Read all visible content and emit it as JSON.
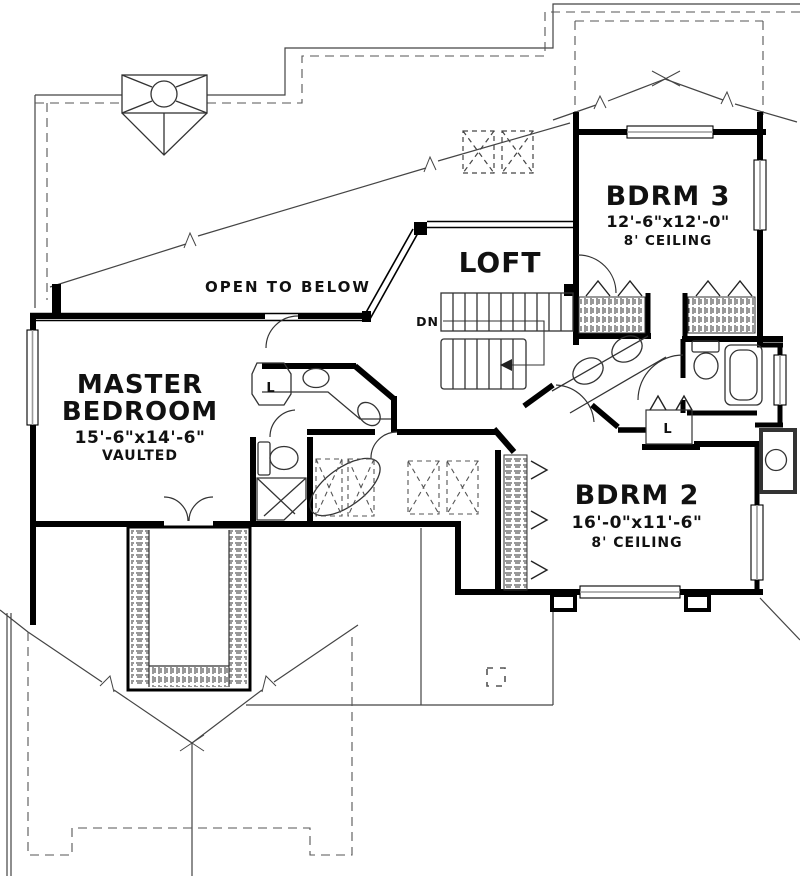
{
  "page": {
    "background": "#ffffff",
    "ink": "#111111",
    "wall_color": "#000000",
    "thin_line_color": "#444444",
    "window_core_color": "#9a9a9a"
  },
  "rooms": {
    "master": {
      "name_line1": "MASTER",
      "name_line2": "BEDROOM",
      "dims": "15'-6\"x14'-6\"",
      "note": "VAULTED"
    },
    "loft": {
      "name": "LOFT"
    },
    "bdrm2": {
      "name": "BDRM 2",
      "dims": "16'-0\"x11'-6\"",
      "note": "8' CEILING"
    },
    "bdrm3": {
      "name": "BDRM 3",
      "dims": "12'-6\"x12'-0\"",
      "note": "8' CEILING"
    }
  },
  "annotations": {
    "open_to_below": "OPEN TO BELOW",
    "down_label": "DN",
    "linen_label": "L"
  }
}
